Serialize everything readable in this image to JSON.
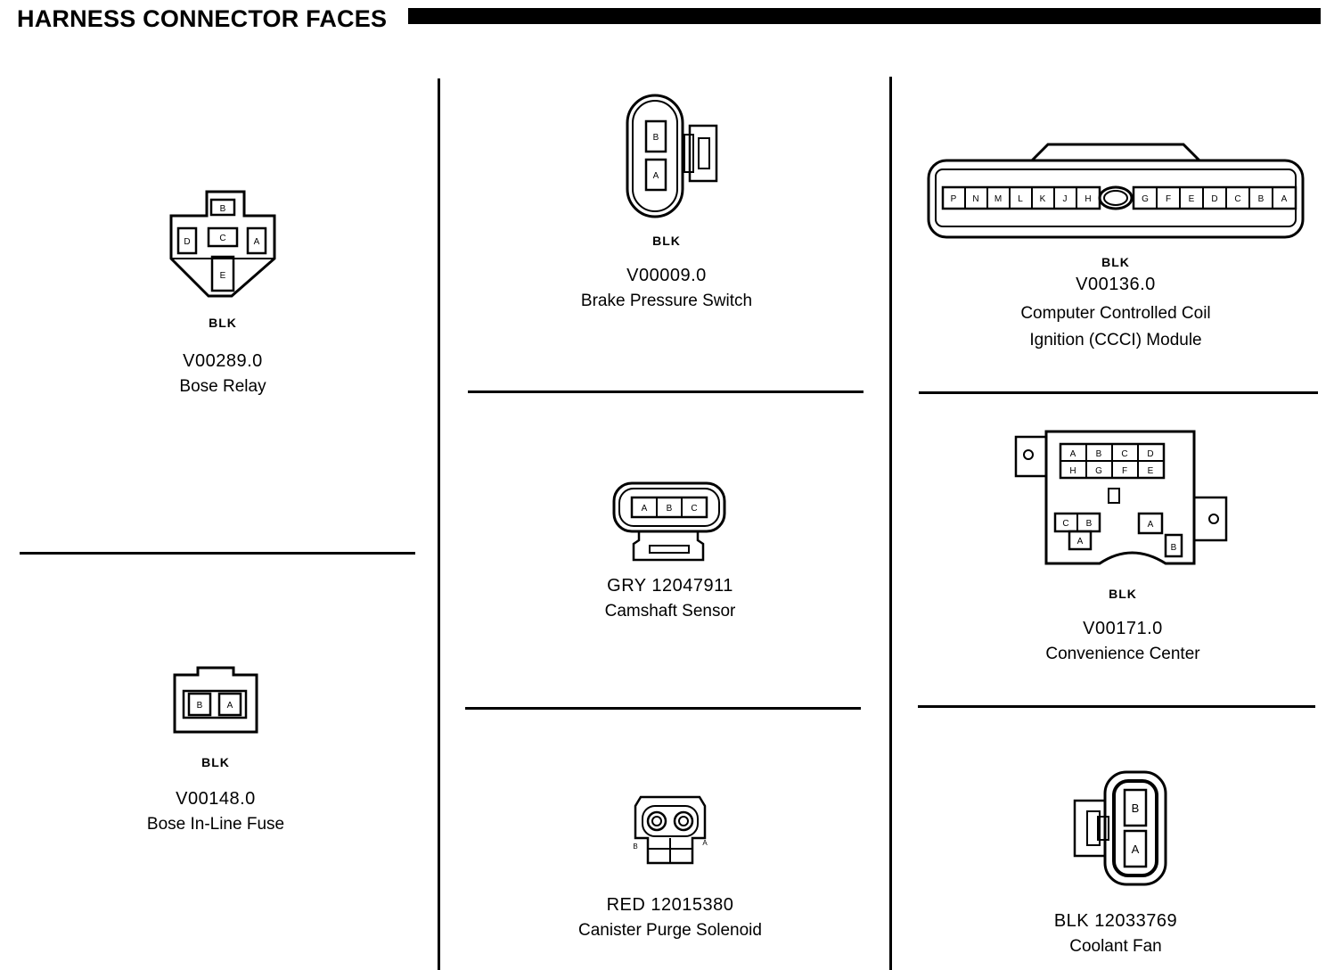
{
  "page": {
    "title": "HARNESS CONNECTOR FACES"
  },
  "connectors": [
    {
      "color": "BLK",
      "part": "V00289.0",
      "desc": [
        "Bose Relay"
      ],
      "pins": [
        "B",
        "D",
        "C",
        "A",
        "E"
      ]
    },
    {
      "color": "BLK",
      "part": "V00148.0",
      "desc": [
        "Bose In-Line Fuse"
      ],
      "pins": [
        "B",
        "A"
      ]
    },
    {
      "color": "BLK",
      "part": "V00009.0",
      "desc": [
        "Brake Pressure Switch"
      ],
      "pins": [
        "B",
        "A"
      ]
    },
    {
      "color": "",
      "part": "GRY 12047911",
      "desc": [
        "Camshaft Sensor"
      ],
      "pins": [
        "A",
        "B",
        "C"
      ]
    },
    {
      "color": "",
      "part": "RED 12015380",
      "desc": [
        "Canister Purge Solenoid"
      ],
      "pins": [
        "B",
        "A"
      ]
    },
    {
      "color": "BLK",
      "part": "V00136.0",
      "desc": [
        "Computer Controlled Coil",
        "Ignition (CCCI) Module"
      ],
      "pins": [
        "P",
        "N",
        "M",
        "L",
        "K",
        "J",
        "H",
        "G",
        "F",
        "E",
        "D",
        "C",
        "B",
        "A"
      ]
    },
    {
      "color": "BLK",
      "part": "V00171.0",
      "desc": [
        "Convenience Center"
      ],
      "pins": [
        "A",
        "B",
        "C",
        "D",
        "H",
        "G",
        "F",
        "E",
        "C",
        "B",
        "A",
        "A",
        "B"
      ]
    },
    {
      "color": "",
      "part": "BLK 12033769",
      "desc": [
        "Coolant Fan"
      ],
      "pins": [
        "B",
        "A"
      ]
    }
  ]
}
